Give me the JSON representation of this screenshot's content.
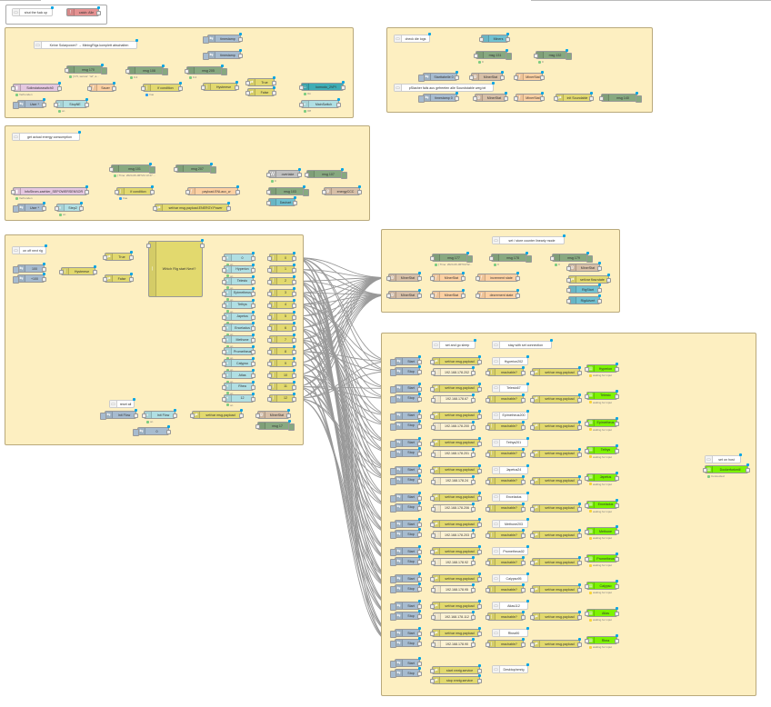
{
  "canvas": {
    "background": "#ffffff",
    "group_fill": "#fdefc1",
    "wire_color": "#999999",
    "changed_marker_color": "#00a4e4"
  },
  "top_groups": [
    {
      "id": "g0",
      "nodes": [
        {
          "type": "comment",
          "label": "shut the fuck up"
        },
        {
          "type": "error",
          "label": "catch: Alle"
        }
      ]
    }
  ],
  "groups": [
    {
      "id": "g1",
      "nodes": [
        {
          "type": "comment",
          "label": "Keine Solarpower? → MiningRigs komplett abschalten"
        },
        {
          "type": "inject",
          "label": "timestamp"
        },
        {
          "type": "inject",
          "label": "timestamp"
        },
        {
          "type": "debug",
          "label": "msg 170",
          "status": "[ 0.5, sensor: 'ref', a..."
        },
        {
          "type": "debug",
          "label": "msg 108",
          "status": "0.4"
        },
        {
          "type": "debug",
          "label": "msg 205",
          "status": "0.4"
        },
        {
          "type": "smart",
          "label": "Solinstatusswitch0",
          "status": "Verbunden"
        },
        {
          "type": "function",
          "label": "Sauer"
        },
        {
          "type": "switch",
          "label": "if condition",
          "status": "true"
        },
        {
          "type": "switch",
          "label": "Hysterese"
        },
        {
          "type": "change",
          "label": "True"
        },
        {
          "type": "change",
          "label": "False"
        },
        {
          "type": "ha",
          "label": "komodo_2VPI",
          "status": "On"
        },
        {
          "type": "toggle",
          "label": "MainSwitch",
          "status": "Off"
        },
        {
          "type": "inject",
          "label": "User *"
        },
        {
          "type": "toggle",
          "label": "StopNE",
          "status": "on"
        }
      ]
    },
    {
      "id": "g2",
      "nodes": [
        {
          "type": "comment",
          "label": "check die logs"
        },
        {
          "type": "blue",
          "label": "Miners"
        },
        {
          "type": "debug",
          "label": "msg 131",
          "status": "0"
        },
        {
          "type": "debug",
          "label": "msg 132",
          "status": "0"
        },
        {
          "type": "inject",
          "label": "Starttabelle 0"
        },
        {
          "type": "miner",
          "label": "MinerStat"
        },
        {
          "type": "function",
          "label": "MinerStat"
        },
        {
          "type": "comment",
          "label": "pSlasher fails aus gefreeten alle Soundstable weg.txt"
        },
        {
          "type": "inject",
          "label": "timestamp 0"
        },
        {
          "type": "miner",
          "label": "MinerStat"
        },
        {
          "type": "function",
          "label": "MinerStat"
        },
        {
          "type": "change",
          "label": "init Soundable"
        },
        {
          "type": "debug",
          "label": "msg 140"
        }
      ]
    },
    {
      "id": "g3",
      "nodes": [
        {
          "type": "comment",
          "label": "get actual energy consumption"
        },
        {
          "type": "debug",
          "label": "msg 101",
          "status": "[ Time: 2024-06-06T21:13:47 ..."
        },
        {
          "type": "debug",
          "label": "msg 207"
        },
        {
          "type": "status",
          "label": "overtake",
          "status": "0"
        },
        {
          "type": "debug",
          "label": "msg 107"
        },
        {
          "type": "smart",
          "label": "InfoStrom-zaehler_SEPOWERSENSOR",
          "status": "Verbunden"
        },
        {
          "type": "switch",
          "label": "if condition",
          "status": "true"
        },
        {
          "type": "function",
          "label": "payload.ENLaux_w"
        },
        {
          "type": "debug",
          "label": "msg 103"
        },
        {
          "type": "miner",
          "label": "energyCCC"
        },
        {
          "type": "blue",
          "label": "Dashart"
        },
        {
          "type": "inject",
          "label": "User *"
        },
        {
          "type": "toggle",
          "label": "Step2",
          "status": "on"
        },
        {
          "type": "change",
          "label": "set/var msg.payload.ENERGY.Power"
        }
      ]
    },
    {
      "id": "g4",
      "nodes": [
        {
          "type": "comment",
          "label": "on off next rig"
        },
        {
          "type": "inject",
          "label": "100"
        },
        {
          "type": "inject",
          "label": "+100"
        },
        {
          "type": "switch",
          "label": "Hysterese"
        },
        {
          "type": "change",
          "label": "True"
        },
        {
          "type": "change",
          "label": "False"
        },
        {
          "type": "switch",
          "label": "Which Rig start Next?"
        },
        {
          "type": "comment",
          "label": "reset all"
        },
        {
          "type": "inject",
          "label": "Init Flow"
        },
        {
          "type": "toggle",
          "label": "Init Flow",
          "status": "on"
        },
        {
          "type": "change",
          "label": "set/var msg.payload"
        },
        {
          "type": "miner",
          "label": "MinerStat"
        },
        {
          "type": "debug",
          "label": "msg 17"
        },
        {
          "type": "inject",
          "label": "0"
        }
      ],
      "rig_toggles": [
        {
          "label": "0",
          "counter": "0"
        },
        {
          "label": "Hyperion",
          "counter": "1"
        },
        {
          "label": "Telesto",
          "counter": "2"
        },
        {
          "label": "Epimetheus",
          "counter": "3"
        },
        {
          "label": "Tethys",
          "counter": "4"
        },
        {
          "label": "Japetus",
          "counter": "5"
        },
        {
          "label": "Enceladus",
          "counter": "6"
        },
        {
          "label": "Methone",
          "counter": "7"
        },
        {
          "label": "Prometheus",
          "counter": "8"
        },
        {
          "label": "Calypso",
          "counter": "9"
        },
        {
          "label": "Atlas",
          "counter": "10"
        },
        {
          "label": "Rhea",
          "counter": "11"
        },
        {
          "label": "12",
          "counter": "12"
        }
      ],
      "toggle_status": "on"
    },
    {
      "id": "g5",
      "nodes": [
        {
          "type": "comment",
          "label": "set / store counter linearly mode"
        },
        {
          "type": "debug",
          "label": "msg 177",
          "status": "[ Time: 2024-06-06T19:52..."
        },
        {
          "type": "debug",
          "label": "msg 178",
          "status": "0"
        },
        {
          "type": "debug",
          "label": "msg 179",
          "status": "0"
        },
        {
          "type": "miner",
          "label": "MinerStat"
        },
        {
          "type": "function",
          "label": "MinerStat"
        },
        {
          "type": "function",
          "label": "increment state"
        },
        {
          "type": "miner",
          "label": "MinerStat"
        },
        {
          "type": "function",
          "label": "MinerStat"
        },
        {
          "type": "function",
          "label": "decrement state"
        },
        {
          "type": "miner",
          "label": "MinerStat"
        },
        {
          "type": "change",
          "label": "set/var flow.state"
        },
        {
          "type": "blue",
          "label": "RigStart"
        },
        {
          "type": "blue",
          "label": "RigAdvert"
        }
      ]
    },
    {
      "id": "g6",
      "header_comments": [
        "set and go sleep",
        "stay with set connection"
      ],
      "start_label": "Start",
      "stop_label": "Stop",
      "setvar_label": "set/var msg.payload",
      "reachable_label": "reachable?",
      "rigs": [
        {
          "name": "Hyperion202",
          "ip": "192.168.178.202",
          "display": "Hyperion"
        },
        {
          "name": "Telesto67",
          "ip": "192.168.178.67",
          "display": "Telesto"
        },
        {
          "name": "Epimetheus200",
          "ip": "192.168.178.200",
          "display": "Epimetheus"
        },
        {
          "name": "Tethys201",
          "ip": "192.168.178.201",
          "display": "Tethys"
        },
        {
          "name": "Japetus24",
          "ip": "192.168.178.24",
          "display": "Japetus"
        },
        {
          "name": "Enceladus",
          "ip": "192.168.178.206",
          "display": "Enceladus"
        },
        {
          "name": "Methone203",
          "ip": "192.168.178.203",
          "display": "Methone"
        },
        {
          "name": "Prometheus02",
          "ip": "192.168.178.92",
          "display": "Prometheus"
        },
        {
          "name": "Calypso95",
          "ip": "192.168.178.95",
          "display": "Calypso"
        },
        {
          "name": "Atlas112",
          "ip": "192.168.178.112",
          "display": "Atlas"
        },
        {
          "name": "Rhea90",
          "ip": "192.168.178.90",
          "display": "Rhea"
        }
      ],
      "waiting_status": "waiting for input",
      "service_start": "start xmrig.service",
      "service_stop": "stop xmrig.service",
      "service_comment": "Desktop/xmrig",
      "sink_comment": "set on host",
      "sink_label": "Dockerforkmill",
      "sink_status": "Connected"
    }
  ]
}
